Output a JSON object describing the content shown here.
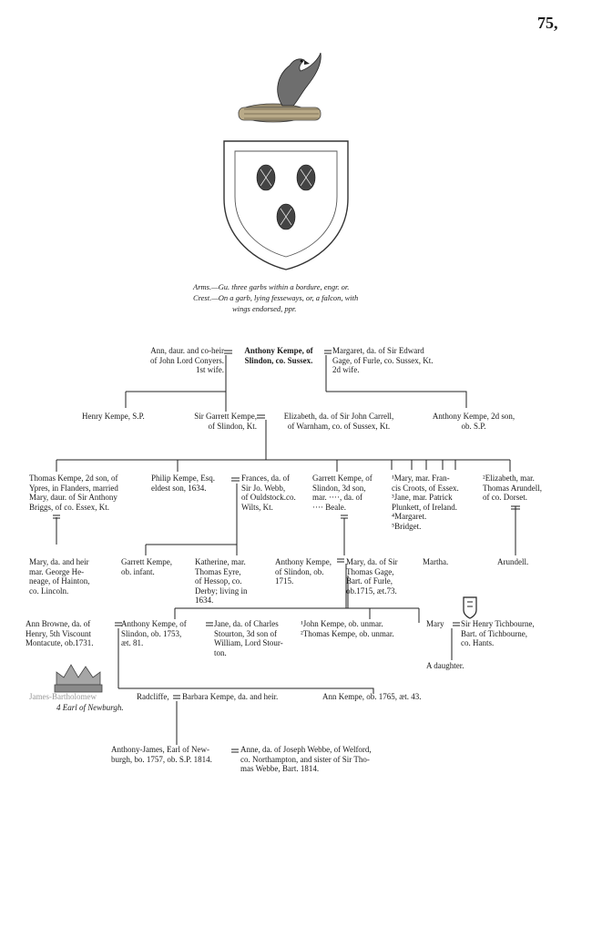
{
  "page_number": "75,",
  "arms_line": "Arms.—Gu. three garbs within a bordure, engr. or.",
  "crest_line1": "Crest.—On a garb, lying fesseways, or, a falcon, with",
  "crest_line2": "wings endorsed, ppr.",
  "gen1": {
    "ann": "Ann, daur. and co-heir\nof John Lord Conyers.\n1st wife.",
    "anthony": "Anthony Kempe, of\nSlindon, co. Sussex.",
    "margaret": "Margaret, da. of Sir Edward\nGage, of Furle, co. Sussex, Kt.\n2d wife."
  },
  "gen2": {
    "henry": "Henry Kempe, S.P.",
    "garrett": "Sir Garrett Kempe,\nof Slindon, Kt.",
    "elizabeth": "Elizabeth, da. of Sir John Carrell,\nof Warnham, co. of Sussex, Kt.",
    "anthony2": "Anthony Kempe, 2d son,\nob. S.P."
  },
  "gen3": {
    "thomas": "Thomas Kempe, 2d son, of\nYpres, in Flanders, married\nMary, daur. of Sir Anthony\nBriggs, of co. Essex, Kt.",
    "philip": "Philip Kempe, Esq.\neldest son, 1634.",
    "frances": "Frances, da. of\nSir Jo. Webb,\nof Ouldstock.co.\nWilts, Kt.",
    "garrett3": "Garrett Kempe, of\nSlindon, 3d son,\nmar. ····, da. of\n···· Beale.",
    "sisters": "¹Mary, mar. Fran-\ncis Croots, of Essex.\n³Jane, mar. Patrick\nPlunkett, of Ireland.\n⁴Margaret.\n⁵Bridget.",
    "elizabeth2": "²Elizabeth, mar.\nThomas Arundell,\nof co. Dorset."
  },
  "gen4": {
    "mary": "Mary, da. and heir\nmar. George He-\nneage, of Hainton,\nco. Lincoln.",
    "garrett4": "Garrett Kempe,\nob. infant.",
    "katherine": "Katherine, mar.\nThomas Eyre,\nof Hessop, co.\nDerby; living in\n1634.",
    "anthony4": "Anthony Kempe,\nof Slindon, ob.\n1715.",
    "mary4": "Mary, da. of Sir\nThomas Gage,\nBart. of Furle,\nob.1715, æt.73.",
    "martha": "Martha.",
    "arundell": "Arundell."
  },
  "gen5": {
    "annbrowne": "Ann Browne, da. of\nHenry, 5th Viscount\nMontacute, ob.1731.",
    "anthony5": "Anthony Kempe, of\nSlindon, ob. 1753,\næt. 81.",
    "jane": "Jane, da. of Charles\nStourton, 3d son of\nWilliam, Lord Stour-\nton.",
    "john": "¹John Kempe, ob. unmar.",
    "thomas5": "²Thomas Kempe, ob. unmar.",
    "mary5": "Mary",
    "tichbourne": "Sir Henry Tichbourne,\nBart. of Tichbourne,\nco. Hants.",
    "daughter": "A daughter."
  },
  "gen6": {
    "jb": "James-Bartholomew",
    "jb_title": "4 Earl of Newburgh.",
    "radcliffe": "Radcliffe,",
    "barbara": "Barbara Kempe, da. and heir.",
    "ann6": "Ann Kempe, ob. 1765, æt. 43."
  },
  "gen7": {
    "anthonyjames": "Anthony-James, Earl of New-\nburgh, bo. 1757, ob. S.P. 1814.",
    "anne": "Anne, da. of Joseph Webbe, of Welford,\nco. Northampton, and sister of Sir Tho-\nmas Webbe, Bart. 1814."
  }
}
